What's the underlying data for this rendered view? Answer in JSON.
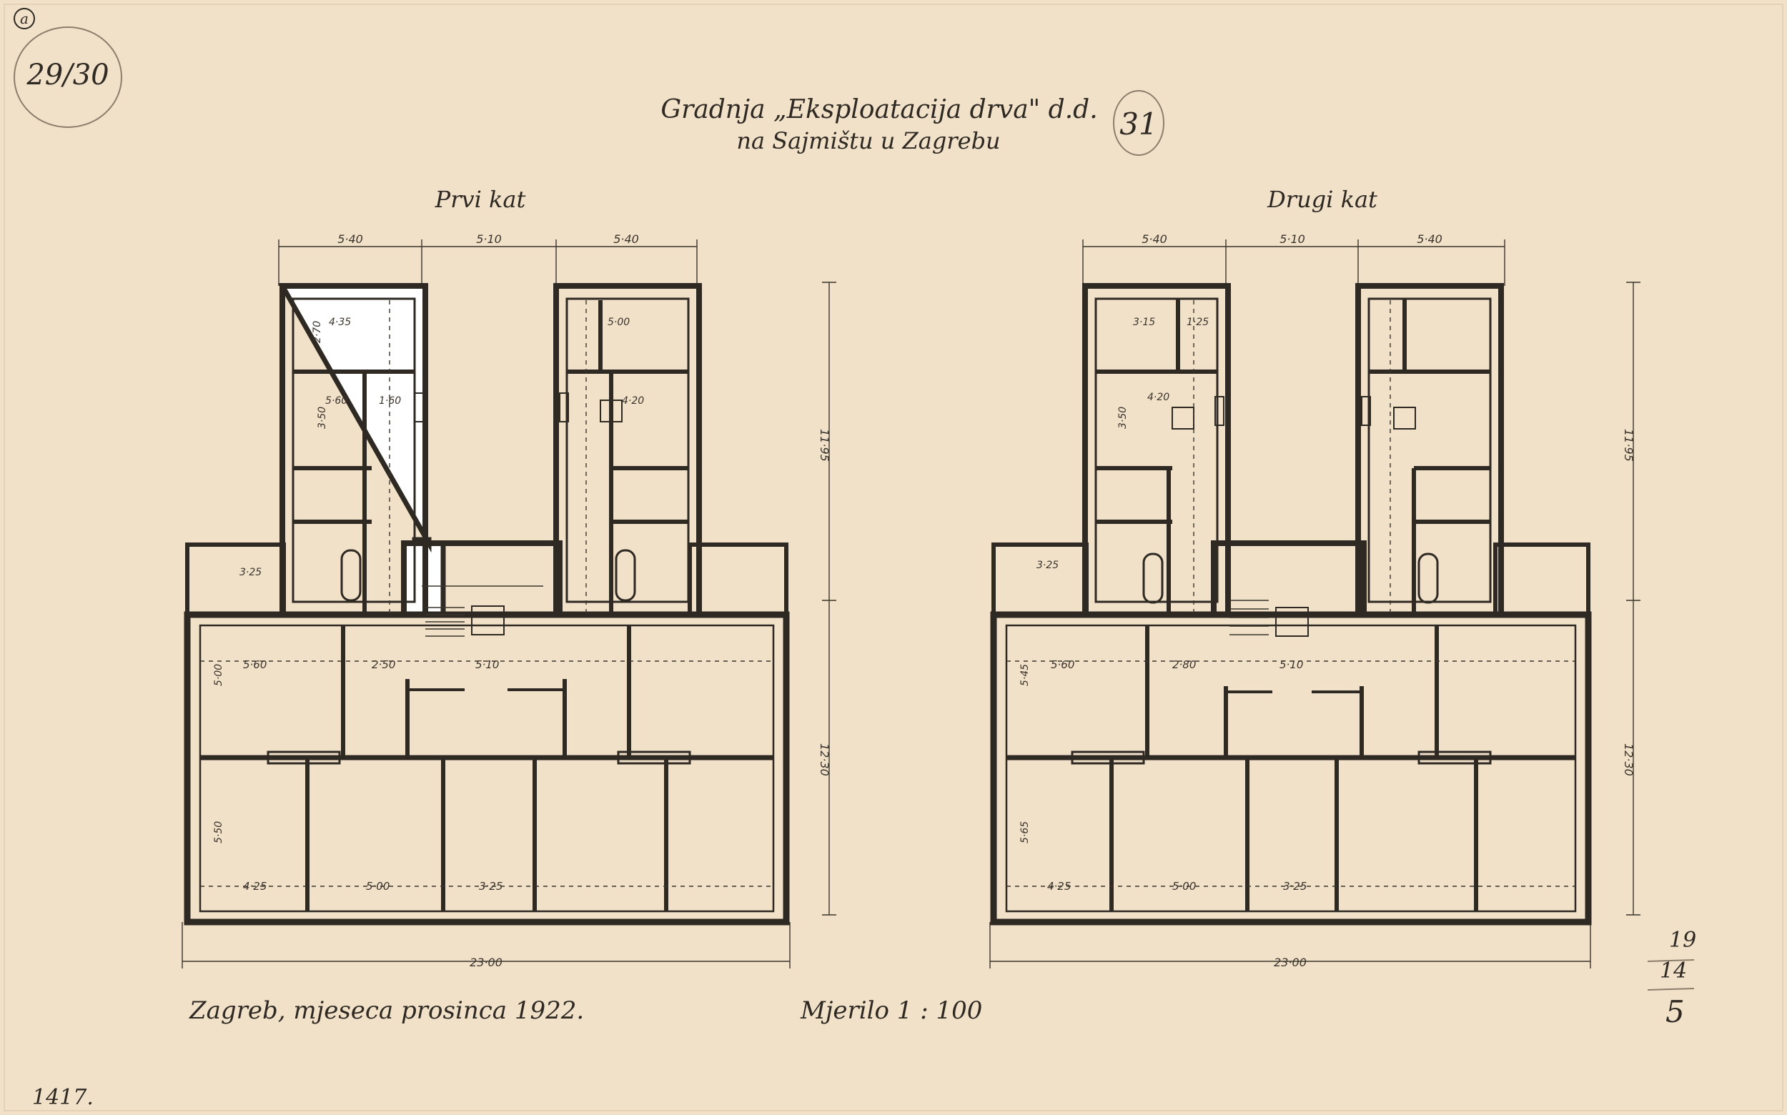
{
  "sheet": {
    "corner_mark": "a",
    "sheet_number": "29/30",
    "plate_number": "31",
    "title_line1": "Gradnja „Eksploatacija drva\" d.d.",
    "title_line2": "na Sajmištu u Zagrebu",
    "place_date": "Zagreb, mjeseca prosinca 1922.",
    "scale": "Mjerilo 1 : 100",
    "archive_number": "1417.",
    "pencil_marks": [
      "19",
      "14",
      "5"
    ]
  },
  "plans": [
    {
      "title": "Prvi kat",
      "top_dims": [
        "5·40",
        "5·10",
        "5·40"
      ],
      "bottom_dim": "23·00",
      "right_dims": [
        "11·95",
        "12·30"
      ],
      "room_dims": [
        "4·35",
        "2·70",
        "5·60",
        "3·50",
        "1·60",
        "5·00",
        "4·20",
        "3·25",
        "5·60",
        "2·50",
        "5·10",
        "5·00",
        "4·25",
        "5·00",
        "3·25",
        "5·50"
      ]
    },
    {
      "title": "Drugi kat",
      "top_dims": [
        "5·40",
        "5·10",
        "5·40"
      ],
      "bottom_dim": "23·00",
      "right_dims": [
        "11·95",
        "12·30"
      ],
      "room_dims": [
        "3·15",
        "1·25",
        "4·20",
        "3·50",
        "3·25",
        "5·60",
        "2·80",
        "5·10",
        "5·45",
        "4·25",
        "5·00",
        "3·25",
        "5·65"
      ]
    }
  ]
}
